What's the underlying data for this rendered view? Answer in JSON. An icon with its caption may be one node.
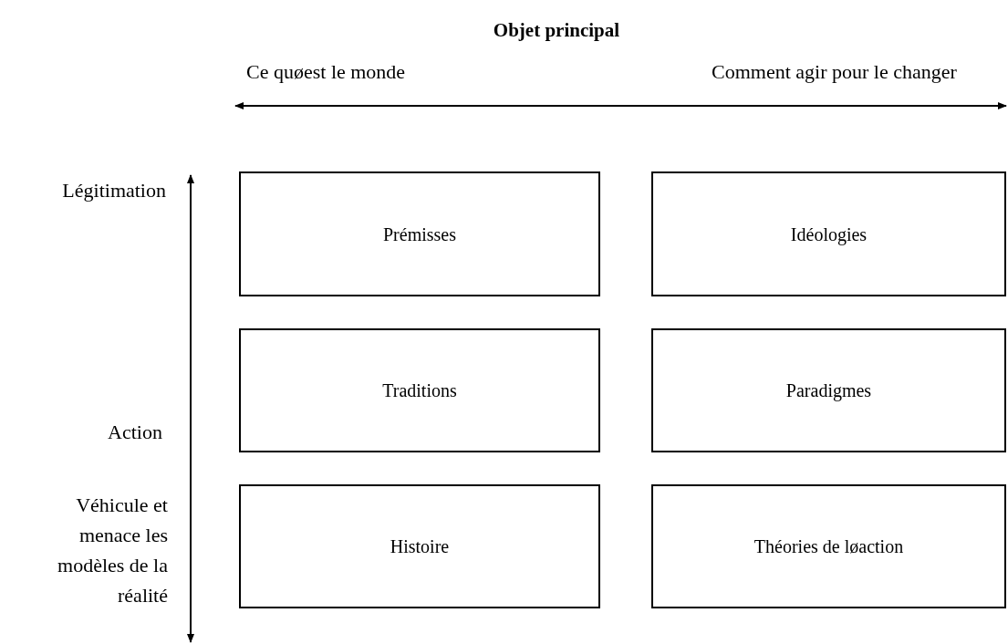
{
  "diagram": {
    "title": "Objet principal",
    "nodes": [
      {
        "text": [
          "Prémisses"
        ]
      },
      {
        "text": [
          "Idéologies"
        ]
      },
      {
        "text": [
          "Traditions"
        ]
      },
      {
        "text": [
          "Paradigmes"
        ]
      },
      {
        "text": [
          "Histoire"
        ]
      },
      {
        "text": [
          "Théories de løaction"
        ]
      }
    ],
    "labels": [
      "Ce quøest le monde",
      "Comment agir pour le changer",
      "Légitimation",
      "Action",
      "Véhicule et menace les modèles de la réalité"
    ]
  }
}
